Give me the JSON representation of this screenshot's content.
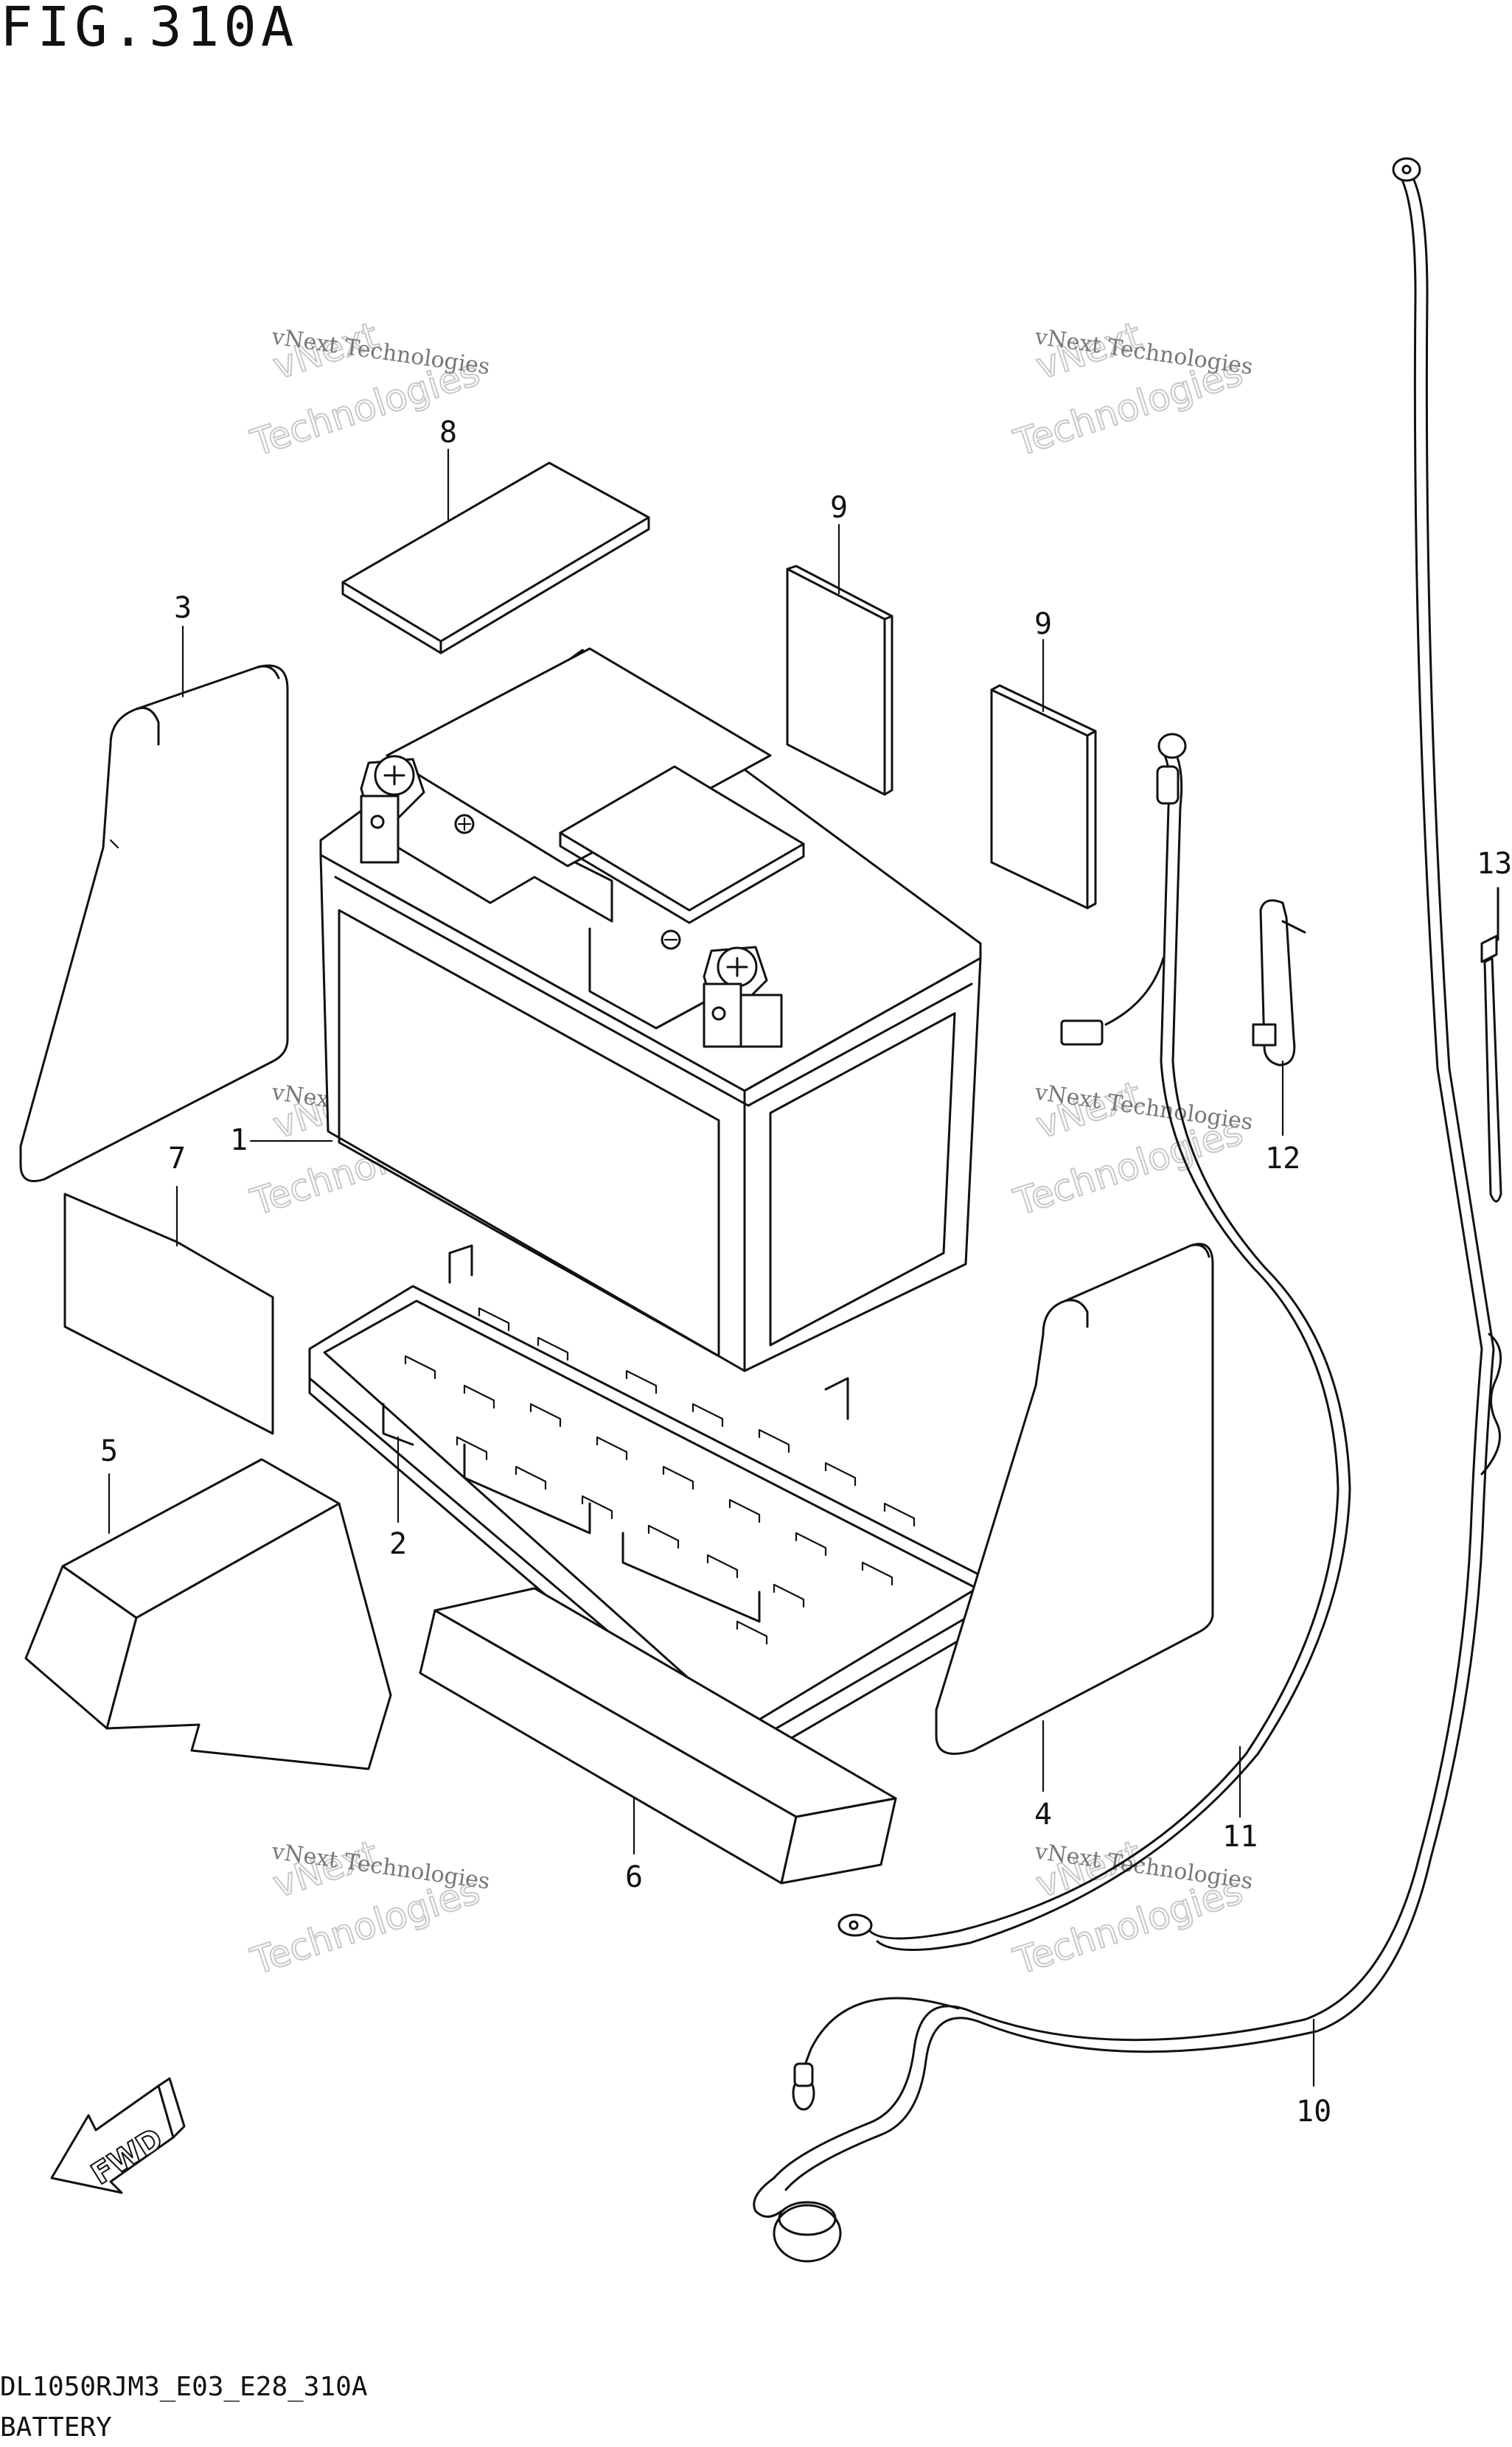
{
  "title": "FIG.310A",
  "footer": {
    "code": "DL1050RJM3_E03_E28_310A",
    "caption": "BATTERY"
  },
  "watermark": {
    "line1": "vNext Technologies",
    "line2": "vNext",
    "line3": "Technologies"
  },
  "fwd_label": "FWD",
  "callouts": [
    "1",
    "2",
    "3",
    "4",
    "5",
    "6",
    "7",
    "8",
    "9",
    "9",
    "10",
    "11",
    "12",
    "13"
  ]
}
